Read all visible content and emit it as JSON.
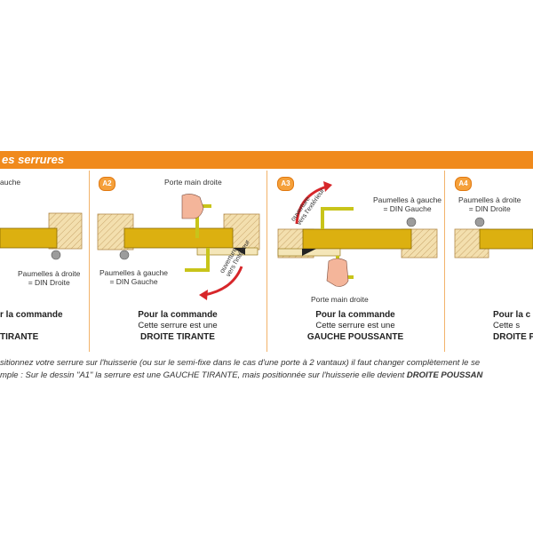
{
  "banner": {
    "title": "es serrures"
  },
  "panels": [
    {
      "badge": "",
      "top_label": "auche",
      "side_label_1": "Paumelles à droite",
      "side_label_2": "= DIN Droite",
      "cmd_title": "r la commande",
      "cmd_line": "",
      "cmd_result": "TIRANTE"
    },
    {
      "badge": "A2",
      "top_label": "Porte main droite",
      "side_label_1": "Paumelles à gauche",
      "side_label_2": "= DIN Gauche",
      "arrow_label_1": "ouverture",
      "arrow_label_2": "vers l'intérieur",
      "cmd_title": "Pour la commande",
      "cmd_line": "Cette serrure est une",
      "cmd_result": "DROITE TIRANTE"
    },
    {
      "badge": "A3",
      "top_label": "Porte main droite",
      "side_label_1": "Paumelles à gauche",
      "side_label_2": "= DIN Gauche",
      "arrow_label_1": "ouverture",
      "arrow_label_2": "vers l'extérieur",
      "cmd_title": "Pour la commande",
      "cmd_line": "Cette serrure est une",
      "cmd_result": "GAUCHE POUSSANTE"
    },
    {
      "badge": "A4",
      "side_label_1": "Paumelles à droite",
      "side_label_2": "= DIN Droite",
      "cmd_title": "Pour la c",
      "cmd_line": "Cette s",
      "cmd_result": "DROITE PO"
    }
  ],
  "footer": {
    "line1": "sitionnez votre serrure sur l'huisserie (ou sur le semi-fixe dans le cas d'une porte à 2 vantaux) il faut changer complètement le se",
    "line2_prefix": "mple : Sur le dessin \"A1\" la serrure est une GAUCHE TIRANTE, mais positionnée sur l'huisserie elle devient ",
    "line2_bold": "DROITE POUSSAN"
  },
  "colors": {
    "banner": "#f08a1c",
    "door": "#dcb010",
    "frame": "#f3dfae",
    "handle": "#c8c41a",
    "arrow": "#d7262a",
    "skin": "#f4b59a"
  }
}
